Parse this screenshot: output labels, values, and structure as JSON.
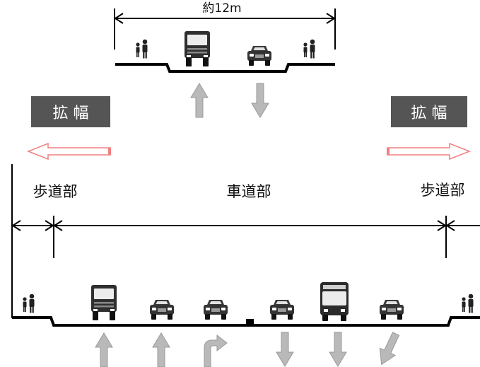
{
  "top_section": {
    "width_label": "約12m"
  },
  "expansion": {
    "left_label": "拡 幅",
    "right_label": "拡 幅"
  },
  "bottom_section": {
    "sidewalk_left_label": "歩道部",
    "roadway_label": "車道部",
    "sidewalk_right_label": "歩道部"
  },
  "colors": {
    "badge_fill": "#555555",
    "expansion_arrow": "#f08080",
    "direction_arrow": "#b9b9b9",
    "line": "#000000"
  }
}
